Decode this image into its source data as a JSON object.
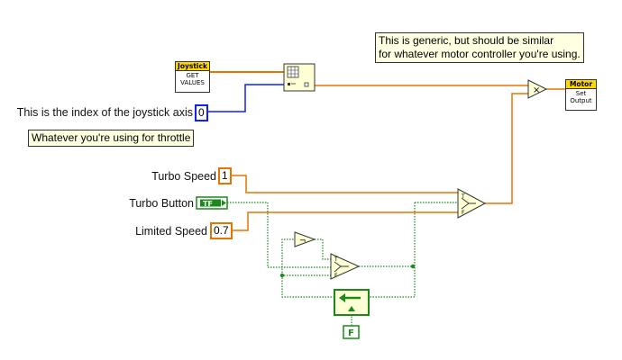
{
  "comments": {
    "generic_note": "This is generic, but should be similar\nfor whatever motor controller you're using.",
    "throttle_note": "Whatever you're using for throttle"
  },
  "joystick_vi": {
    "header": "Joystick",
    "line1": "GET",
    "line2": "VALUES"
  },
  "axis": {
    "label": "This is the index of the joystick axis",
    "value": "0"
  },
  "turbo_speed": {
    "label": "Turbo Speed",
    "value": "1"
  },
  "turbo_button": {
    "label": "Turbo Button",
    "value": "TF"
  },
  "limited_speed": {
    "label": "Limited Speed",
    "value": "0.7"
  },
  "motor_vi": {
    "header": "Motor",
    "line1": "Set",
    "line2": "Output"
  },
  "false_constant": {
    "value": "F"
  },
  "colors": {
    "numeric_wire": "#e87400",
    "integer_wire": "#1020ff",
    "boolean_wire": "#1a8a1a",
    "comment_bg": "#ffffe1",
    "subvi_header": "#ffd800",
    "node_bg": "#ffffd6"
  },
  "icons": {
    "index_array": "index-array-icon",
    "multiply": "multiply-icon",
    "select": "select-icon",
    "not": "not-icon",
    "feedback": "feedback-node-icon"
  }
}
